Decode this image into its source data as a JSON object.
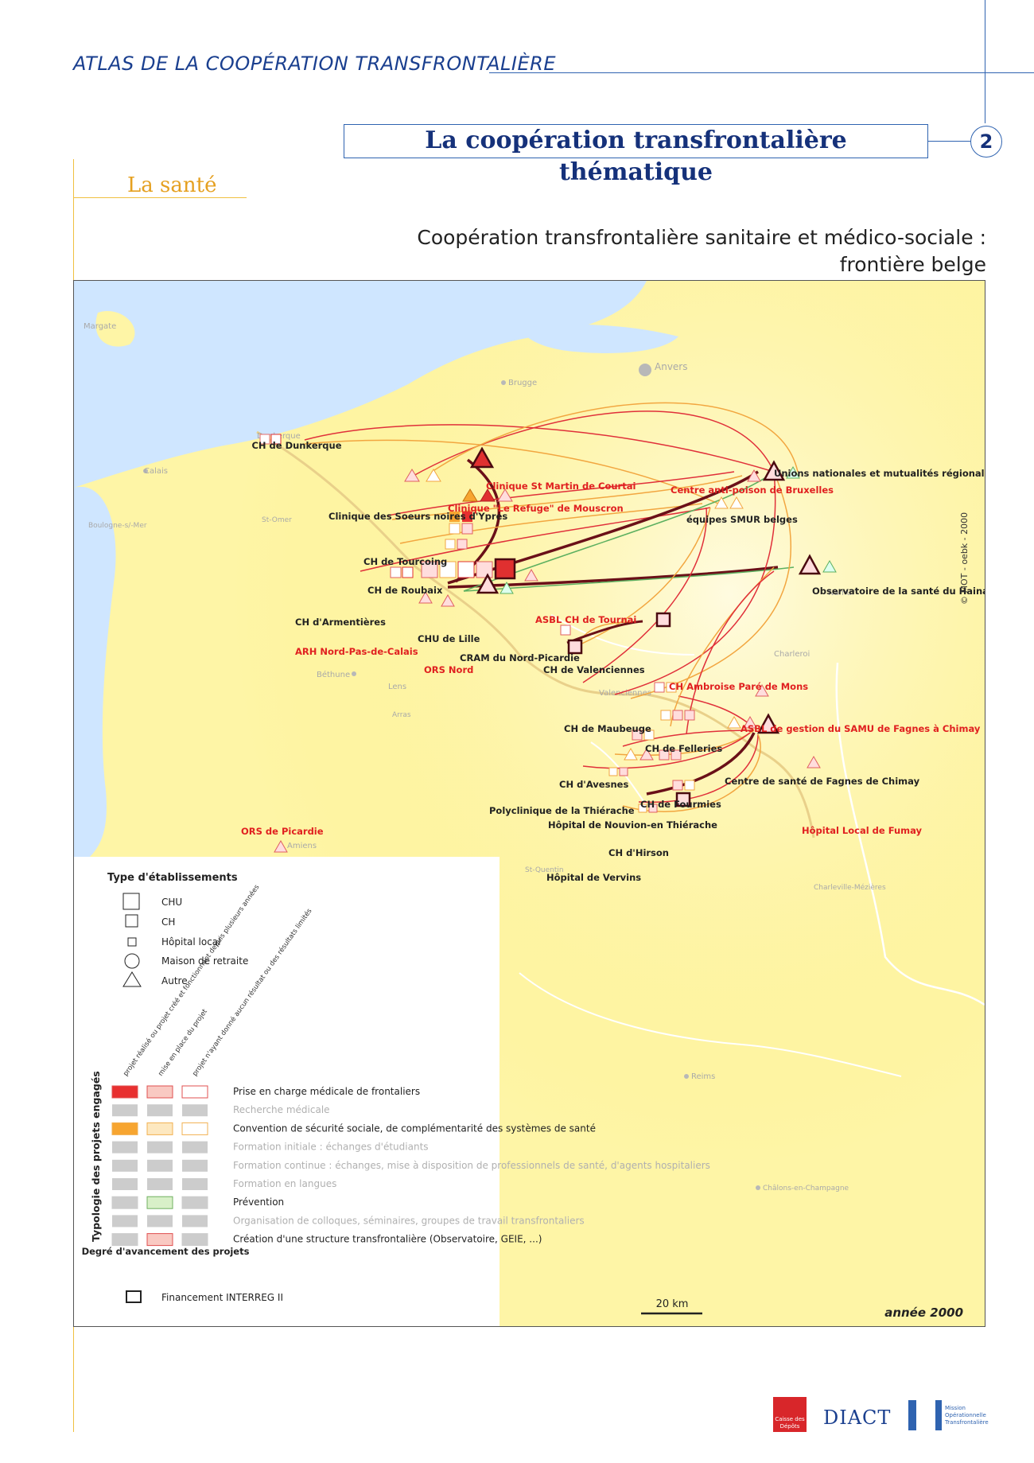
{
  "header": {
    "atlas_title": "ATLAS DE LA COOPÉRATION TRANSFRONTALIÈRE",
    "section_title": "La coopération transfrontalière thématique",
    "section_number": "2",
    "theme": "La santé"
  },
  "map": {
    "title_line1": "Coopération transfrontalière sanitaire et médico-sociale :",
    "title_line2": "frontière belge",
    "year": "année 2000",
    "scale_label": "20 km",
    "copyright": "© MOT - oebk - 2000",
    "background_places": [
      "Margate",
      "Anvers",
      "Brugge",
      "Dunkerque",
      "Calais",
      "St-Omer",
      "Boulogne-s/-Mer",
      "Béthune",
      "Lens",
      "Arras",
      "Namur",
      "Charleroi",
      "Valenciennes",
      "Amiens",
      "St-Quentin",
      "Charleville-Mézières",
      "Reims",
      "Châlons-en-Champagne"
    ],
    "labels_black": {
      "dunkerque": "CH de Dunkerque",
      "ypres": "Clinique des Soeurs noires d'Ypres",
      "tourcoing": "CH de Tourcoing",
      "roubaix": "CH de Roubaix",
      "armentieres": "CH d'Armentières",
      "lille": "CHU de Lille",
      "cram": "CRAM du Nord-Picardie",
      "valenciennes": "CH de Valenciennes",
      "maubeuge": "CH de Maubeuge",
      "felleries": "CH de Felleries",
      "avesnes": "CH d'Avesnes",
      "fourmies": "CH de Fourmies",
      "thierache": "Polyclinique de la Thiérache",
      "nouvion": "Hôpital de Nouvion-en Thiérache",
      "hirson": "CH d'Hirson",
      "vervins": "Hôpital de Vervins",
      "unions": "Unions nationales et mutualités régionales",
      "smur": "équipes SMUR belges",
      "observatoire": "Observatoire de la santé du Hainaut",
      "chimay": "Centre de santé de Fagnes de Chimay"
    },
    "labels_red": {
      "courtai": "Clinique St Martin de Courtai",
      "refuge": "Clinique \"Le Refuge\" de Mouscron",
      "antipoison": "Centre anti-poison de Bruxelles",
      "tournai": "ASBL CH de Tournai",
      "arh": "ARH Nord-Pas-de-Calais",
      "orsnord": "ORS Nord",
      "mons": "CH Ambroise Paré de Mons",
      "samu": "ASBL de gestion du SAMU de Fagnes à Chimay",
      "fumay": "Hôpital Local de Fumay",
      "picardie": "ORS de Picardie"
    }
  },
  "legend": {
    "type_title": "Type d'établissements",
    "types": [
      "CHU",
      "CH",
      "Hôpital local",
      "Maison de retraite",
      "Autre"
    ],
    "degree_headers": [
      "projet réalisé ou projet créé et fonctionnant depuis plusieurs années",
      "mise en place du projet",
      "projet n'ayant donné aucun résultat ou des résultats limités"
    ],
    "typology_title": "Typologie des projets engagés",
    "degree_title": "Degré d'avancement des projets",
    "rows": [
      {
        "label": "Prise en charge médicale de frontaliers",
        "active": true,
        "colors": [
          "#e83030",
          "#f9c9c2",
          "#ffffff"
        ],
        "border": "#e05050"
      },
      {
        "label": "Recherche médicale",
        "active": false
      },
      {
        "label": "Convention de sécurité sociale, de complémentarité des systèmes de santé",
        "active": true,
        "colors": [
          "#f7a530",
          "#fde8c0",
          "#ffffff"
        ],
        "border": "#f2b050"
      },
      {
        "label": "Formation initiale : échanges d'étudiants",
        "active": false
      },
      {
        "label": "Formation continue : échanges, mise à disposition de professionnels de santé, d'agents hospitaliers",
        "active": false
      },
      {
        "label": "Formation en langues",
        "active": false
      },
      {
        "label": "Prévention",
        "active": true,
        "colors": [
          "#cccccc",
          "#d8f0c8",
          "#cccccc"
        ],
        "border": "#70b060"
      },
      {
        "label": "Organisation de colloques, séminaires, groupes de travail transfrontaliers",
        "active": false
      },
      {
        "label": "Création d'une structure transfrontalière (Observatoire, GEIE, ...)",
        "active": true,
        "colors": [
          "#cccccc",
          "#f9c9c2",
          "#cccccc"
        ],
        "border": "#e05050"
      }
    ],
    "interreg": "Financement INTERREG II"
  },
  "footer": {
    "logo1": "Caisse des Dépôts",
    "logo2": "DIACT",
    "logo3": "Mission Opérationnelle Transfrontalière"
  }
}
